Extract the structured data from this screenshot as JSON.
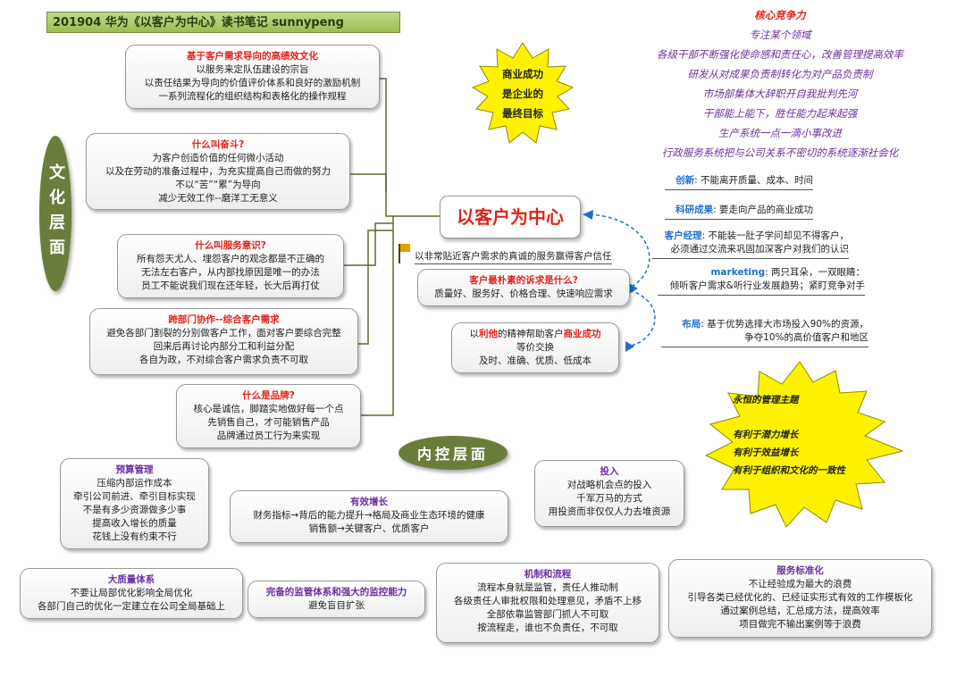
{
  "title": "201904 华为《以客户为中心》读书笔记    sunnypeng",
  "center": "以客户为中心",
  "culture_label": "文化层面",
  "internal_label": "内控层面",
  "star_top": [
    "商业成功",
    "是企业的",
    "最终目标"
  ],
  "culture": {
    "c1": {
      "h": "基于客户需求导向的高绩效文化",
      "lines": [
        "以服务来定队伍建设的宗旨",
        "以责任结果为导向的价值评价体系和良好的激励机制",
        "一系列流程化的组织结构和表格化的操作规程"
      ]
    },
    "c2": {
      "h": "什么叫奋斗?",
      "lines": [
        "为客户创造价值的任何微小活动",
        "以及在劳动的准备过程中，为充实提高自己而做的努力",
        "不以“苦”“累”为导向",
        "减少无效工作--磨洋工无意义"
      ]
    },
    "c3": {
      "h": "什么叫服务意识?",
      "lines": [
        "所有怨天尤人、埋怨客户的观念都是不正确的",
        "无法左右客户，从内部找原因是唯一的办法",
        "员工不能说我们现在还年轻，长大后再打仗"
      ]
    },
    "c4": {
      "h": "跨部门协作--综合客户需求",
      "lines": [
        "避免各部门割裂的分别做客户工作，面对客户要综合完整",
        "回来后再讨论内部分工和利益分配",
        "各自为政，不对综合客户需求负责不可取"
      ]
    },
    "c5": {
      "h": "什么是品牌?",
      "lines": [
        "核心是诚信，脚踏实地做好每一个点",
        "先销售自己，才可能销售产品",
        "品牌通过员工行为来实现"
      ]
    }
  },
  "mid": {
    "flag_text": "以非常贴近客户需求的真诚的服务赢得客户信任",
    "m1": {
      "h": "客户最朴素的诉求是什么?",
      "lines": [
        "质量好、服务好、价格合理、快速响应需求"
      ]
    },
    "m2": {
      "pre": "以",
      "b1": "利他",
      "mid": "的精神帮助客户",
      "b2": "商业成功",
      "lines": [
        "等价交换",
        "及时、准确、优质、低成本"
      ]
    }
  },
  "right": [
    {
      "k": "创新",
      "v": ": 不能离开质量、成本、时间"
    },
    {
      "k": "科研成果",
      "v": ": 要走向产品的商业成功"
    },
    {
      "k": "客户经理",
      "v": ": 不能装一肚子学问却见不得客户，",
      "v2": "必须通过交流来巩固加深客户对我们的认识"
    },
    {
      "k": "marketing",
      "v": ": 两只耳朵，一双眼睛：",
      "v2": "倾听客户需求&听行业发展趋势；紧盯竞争对手"
    },
    {
      "k": "布局",
      "v": ": 基于优势选择大市场投入90%的资源，",
      "v2": "争夺10%的高价值客户和地区"
    }
  ],
  "core": {
    "title": "核心竞争力",
    "lines": [
      "专注某个领域",
      "各级干部不断强化使命感和责任心，改善管理提高效率",
      "研发从对成果负责制转化为对产品负责制",
      "市场部集体大辞职开自我批判先河",
      "干部能上能下，胜任能力起来起强",
      "生产系统一点一滴小事改进",
      "行政服务系统把与公司关系不密切的系统逐渐社会化"
    ]
  },
  "star_right": {
    "title": "永恒的管理主题",
    "lines": [
      "有利于潜力增长",
      "有利于效益增长",
      "有利于组织和文化的一致性"
    ]
  },
  "internal": {
    "b1": {
      "h": "预算管理",
      "lines": [
        "压缩内部运作成本",
        "牵引公司前进、牵引目标实现",
        "不是有多少资源做多少事",
        "提高收入增长的质量",
        "花钱上没有约束不行"
      ]
    },
    "b2": {
      "h": "有效增长",
      "lines": [
        "财务指标→背后的能力提升→格局及商业生态环境的健康",
        "销售额→关键客户、优质客户"
      ]
    },
    "b3": {
      "h": "投入",
      "lines": [
        "对战略机会点的投入",
        "千军万马的方式",
        "用投资而非仅仅人力去堆资源"
      ]
    },
    "b4": {
      "h": "大质量体系",
      "lines": [
        "不要让局部优化影响全局优化",
        "各部门自己的优化一定建立在公司全局基础上"
      ]
    },
    "b5": {
      "h": "完备的监管体系和强大的监控能力",
      "lines": [
        "避免盲目扩张"
      ]
    },
    "b6": {
      "h": "机制和流程",
      "lines": [
        "流程本身就是监管，责任人推动制",
        "各级责任人审批权限和处理意见，矛盾不上移",
        "全部依靠监管部门抓人不可取",
        "按流程走，谁也不负责任，不可取"
      ]
    },
    "b7": {
      "h": "服务标准化",
      "lines": [
        "不让经验成为最大的浪费",
        "引导各类已经优化的、已经证实形式有效的工作模板化",
        "通过案例总结，汇总成方法，提高效率",
        "项目做完不输出案例等于浪费"
      ]
    }
  }
}
